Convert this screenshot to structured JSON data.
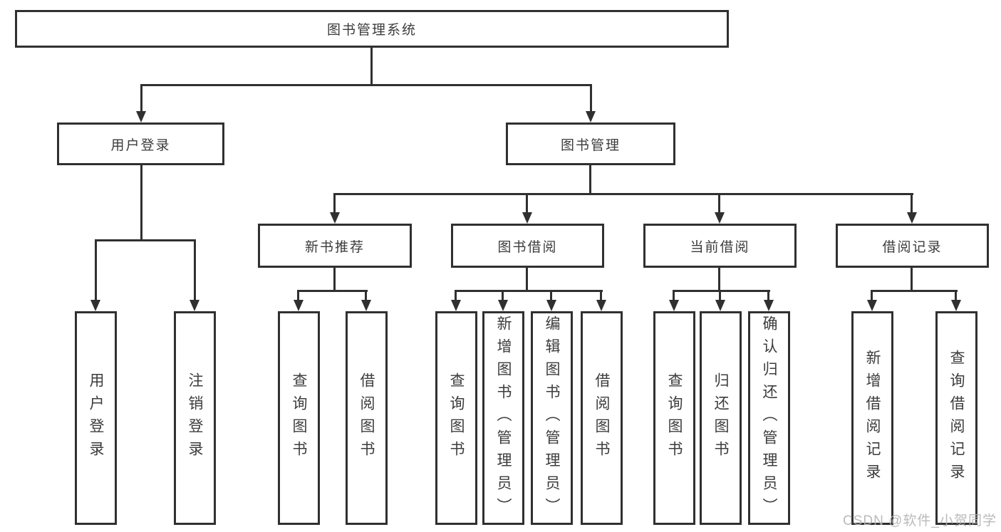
{
  "colors": {
    "line": "#303030",
    "text": "#3c3c3c",
    "watermark": "#b3b3b3",
    "bg": "#ffffff"
  },
  "root": {
    "label": "图书管理系统"
  },
  "level2": [
    {
      "label": "用户登录"
    },
    {
      "label": "图书管理"
    }
  ],
  "level3": [
    {
      "label": "新书推荐"
    },
    {
      "label": "图书借阅"
    },
    {
      "label": "当前借阅"
    },
    {
      "label": "借阅记录"
    }
  ],
  "leaves": [
    {
      "label": "用户登录"
    },
    {
      "label": "注销登录"
    },
    {
      "label": "查询图书"
    },
    {
      "label": "借阅图书"
    },
    {
      "label": "查询图书"
    },
    {
      "label": "新增图书（管理员）"
    },
    {
      "label": "编辑图书（管理员）"
    },
    {
      "label": "借阅图书"
    },
    {
      "label": "查询图书"
    },
    {
      "label": "归还图书"
    },
    {
      "label": "确认归还（管理员）"
    },
    {
      "label": "新增借阅记录"
    },
    {
      "label": "查询借阅记录"
    }
  ],
  "watermark": "CSDN @软件_小贺同学"
}
